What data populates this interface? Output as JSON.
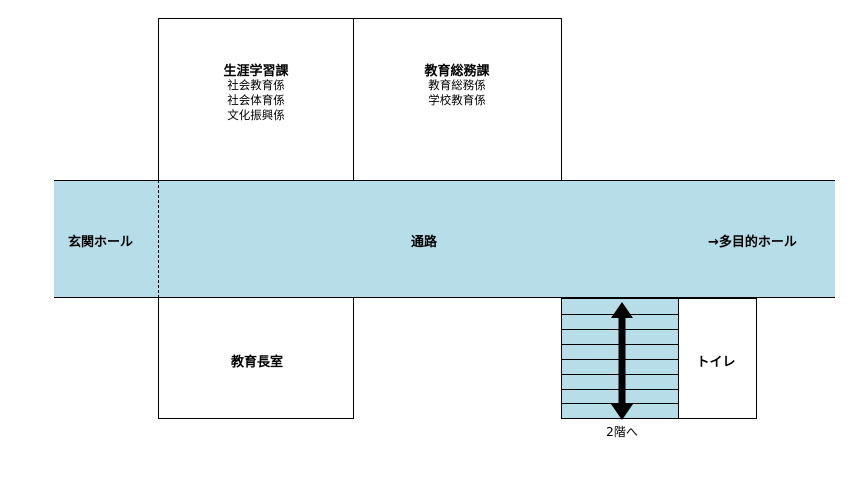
{
  "rooms": {
    "lifelong": {
      "title": "生涯学習課",
      "units": [
        "社会教育係",
        "社会体育係",
        "文化振興係"
      ]
    },
    "general": {
      "title": "教育総務課",
      "units": [
        "教育総務係",
        "学校教育係"
      ]
    },
    "superintendent": {
      "title": "教育長室"
    },
    "toilet": {
      "title": "トイレ"
    }
  },
  "corridor": {
    "entrance": "玄関ホール",
    "passage": "通路",
    "hall": "→多目的ホール"
  },
  "stairs": {
    "label": "2階へ"
  },
  "colors": {
    "corridor": "#b7dde8",
    "line": "#000000"
  }
}
